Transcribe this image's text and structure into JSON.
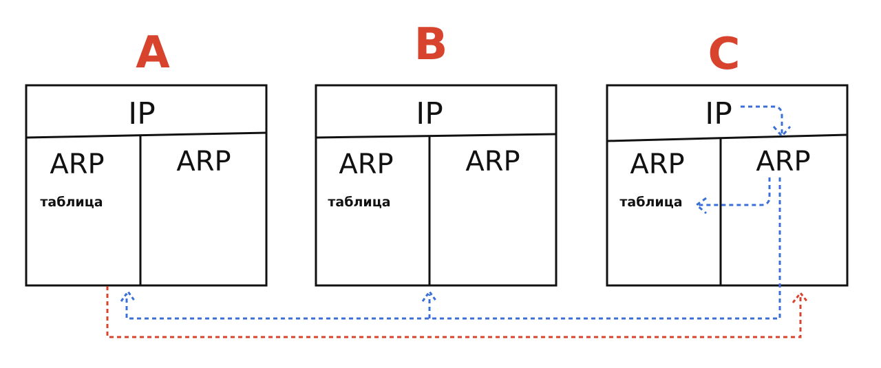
{
  "colors": {
    "title": "#d8432e",
    "outline": "#111111",
    "request_path": "#3a6fd8",
    "reply_path": "#d8432e",
    "background": "#ffffff"
  },
  "nodes": [
    {
      "title": "A",
      "ip_label": "IP",
      "arp_left": "ARP",
      "arp_table": "таблица",
      "arp_right": "ARP"
    },
    {
      "title": "B",
      "ip_label": "IP",
      "arp_left": "ARP",
      "arp_table": "таблица",
      "arp_right": "ARP"
    },
    {
      "title": "C",
      "ip_label": "IP",
      "arp_left": "ARP",
      "arp_table": "таблица",
      "arp_right": "ARP"
    }
  ],
  "arrows": {
    "style": "dashed",
    "request_color_name": "blue",
    "reply_color_name": "red"
  }
}
